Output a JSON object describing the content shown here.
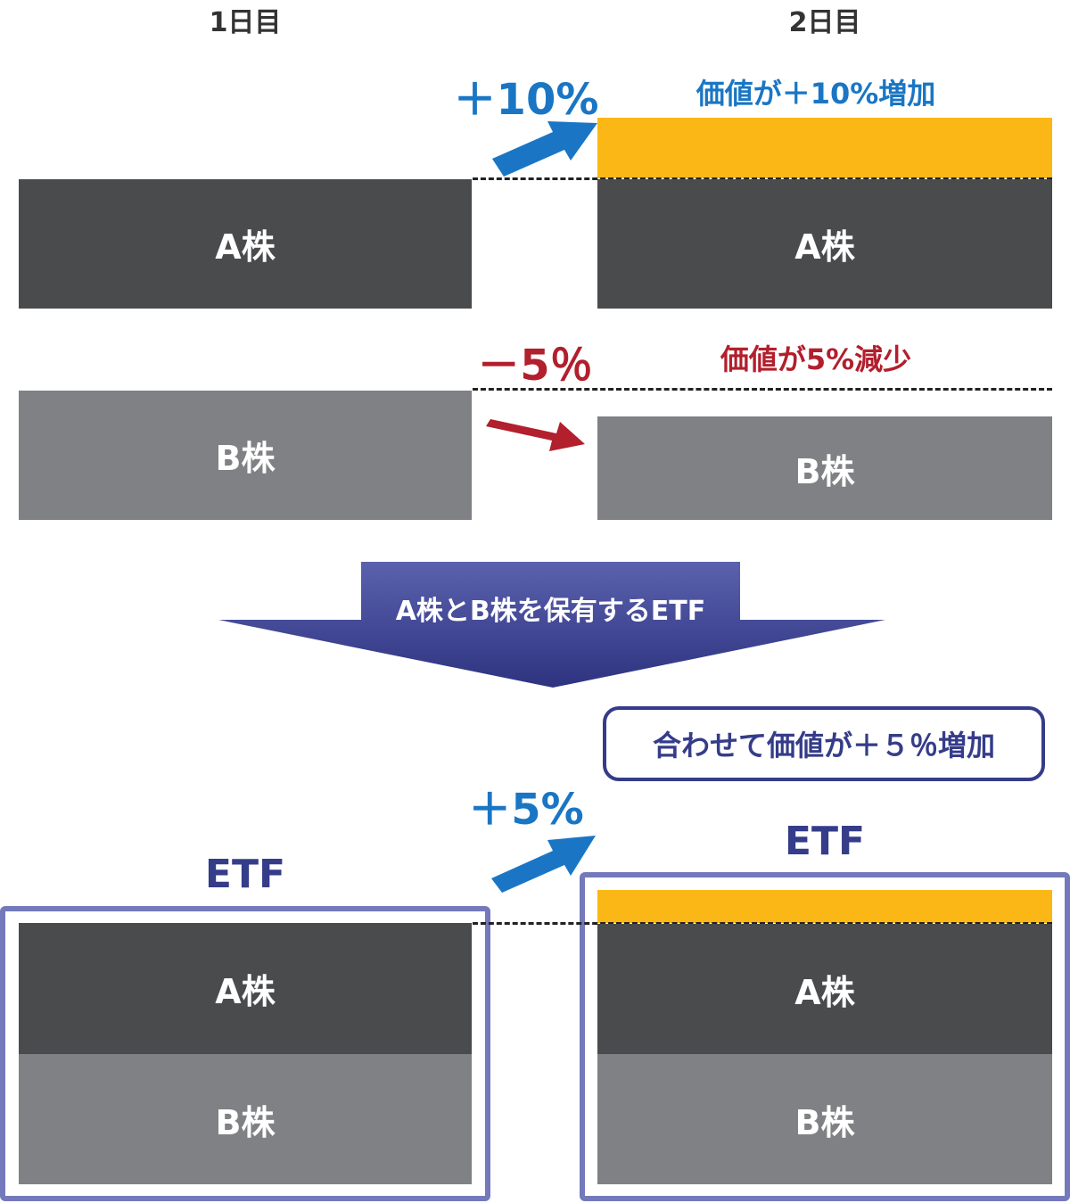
{
  "days": {
    "day1": "1日目",
    "day2": "2日目"
  },
  "stockA": {
    "label": "A株",
    "change": "＋10%",
    "note": "価値が＋10%増加"
  },
  "stockB": {
    "label": "B株",
    "change": "－5％",
    "note": "価値が5%減少"
  },
  "banner": {
    "text": "A株とB株を保有するETF"
  },
  "etf": {
    "label": "ETF",
    "change": "＋5%",
    "summary": "合わせて価値が＋５％増加"
  },
  "colors": {
    "blue": "#1a76c4",
    "red": "#b21f2d",
    "navy": "#353c89",
    "gold": "#fbb716",
    "dark": "#4a4b4d",
    "light": "#808184",
    "frame": "#7479bb"
  }
}
